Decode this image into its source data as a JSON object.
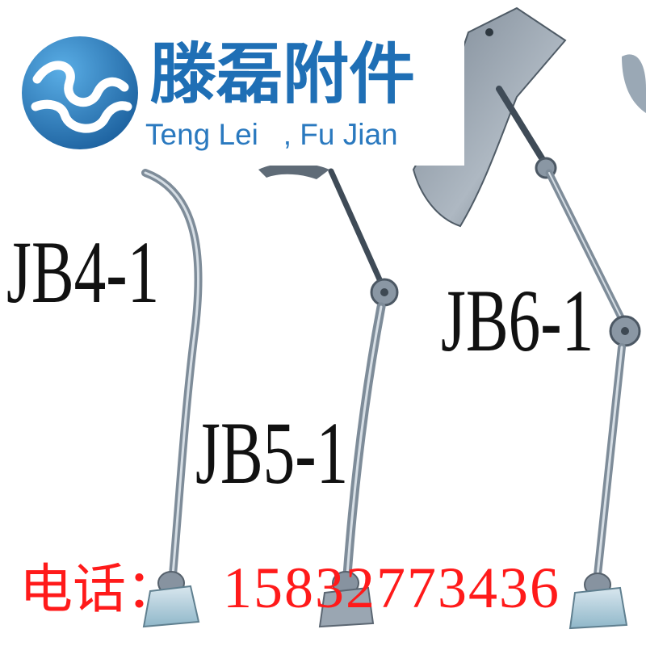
{
  "logo": {
    "icon": "s-wave-logo-icon",
    "name_cn": "滕磊附件",
    "name_en": "Teng Lei   , Fu Jian",
    "colors": {
      "primary": "#1f6fb5",
      "text": "#2a79bf"
    }
  },
  "models": [
    {
      "label": "JB4-1"
    },
    {
      "label": "JB5-1"
    },
    {
      "label": "JB6-1"
    }
  ],
  "contact": {
    "label": "电话：",
    "phone": "15832773436",
    "color": "#ff1a1a"
  }
}
